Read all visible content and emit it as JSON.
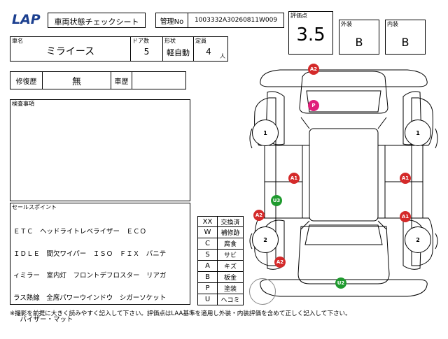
{
  "header": {
    "logo": "LAP",
    "title": "車両状態チェックシート",
    "mgmt_label": "管理No",
    "mgmt_no": "1003332A30260811W009"
  },
  "vehicle": {
    "name_label": "車名",
    "name": "ミライース",
    "doors_label": "ドア数",
    "doors": "5",
    "shape_label": "形状",
    "shape": "軽自動",
    "capacity_label": "定員",
    "capacity": "4",
    "capacity_unit": "人"
  },
  "grades": {
    "score_label": "評価点",
    "score": "3.5",
    "exterior_label": "外装",
    "exterior": "B",
    "interior_label": "内装",
    "interior": "B"
  },
  "history": {
    "repair_label": "修復歴",
    "repair": "無",
    "record_label": "車歴",
    "record": ""
  },
  "inspection": {
    "label": "検査事項",
    "text": ""
  },
  "sales": {
    "label": "セールスポイント",
    "lines": [
      "ＥＴＣ　ヘッドライトレベライザー　ＥＣＯ",
      "ＩＤＬＥ　間欠ワイパー　ＩＳＯ　ＦＩＸ　バニテ",
      "ィミラー　室内灯　フロントデフロスター　リアガ",
      "ラス熱線　全席パワーウインドウ　シガーソケット",
      "　バイザー・マット"
    ]
  },
  "legend": [
    {
      "code": "XX",
      "meaning": "交換済"
    },
    {
      "code": "W",
      "meaning": "補修跡"
    },
    {
      "code": "C",
      "meaning": "腐食"
    },
    {
      "code": "S",
      "meaning": "サビ"
    },
    {
      "code": "A",
      "meaning": "キズ"
    },
    {
      "code": "B",
      "meaning": "板金"
    },
    {
      "code": "P",
      "meaning": "塗装"
    },
    {
      "code": "U",
      "meaning": "ヘコミ"
    }
  ],
  "diagram": {
    "marks": [
      {
        "label": "A2",
        "color": "#d42a2a"
      },
      {
        "label": "P",
        "color": "#e0207a"
      },
      {
        "label": "A1",
        "color": "#d42a2a"
      },
      {
        "label": "A1",
        "color": "#d42a2a"
      },
      {
        "label": "U3",
        "color": "#1f9a2e"
      },
      {
        "label": "A2",
        "color": "#d42a2a"
      },
      {
        "label": "A1",
        "color": "#d42a2a"
      },
      {
        "label": "A2",
        "color": "#d42a2a"
      },
      {
        "label": "U2",
        "color": "#1f9a2e"
      }
    ],
    "wheels": [
      "1",
      "1",
      "2",
      "2"
    ]
  },
  "footer": "※撮影を前提に大きく読みやすく記入して下さい。評価点はLAA基準を適用し外装・内装評価を含めて正しく記入して下さい。"
}
